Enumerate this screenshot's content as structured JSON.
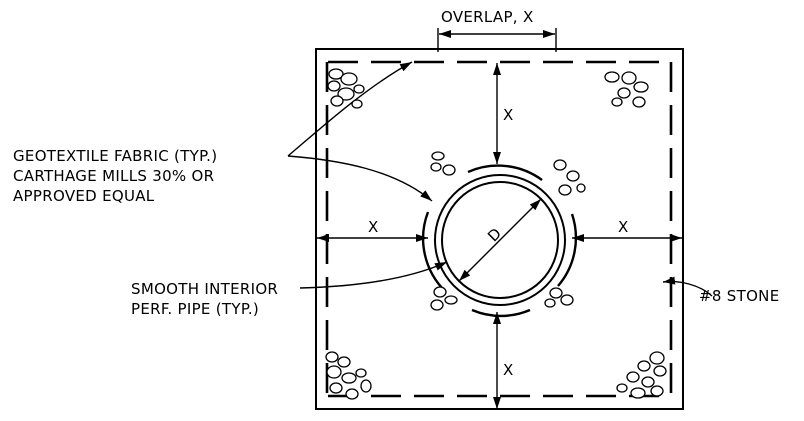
{
  "labels": {
    "overlap": "OVERLAP, X",
    "x_top": "X",
    "x_left": "X",
    "x_right": "X",
    "x_bottom": "X",
    "diameter": "D",
    "geotextile": [
      "GEOTEXTILE FABRIC (TYP.)",
      "CARTHAGE MILLS 30% OR",
      "APPROVED EQUAL"
    ],
    "pipe": [
      "SMOOTH INTERIOR",
      "PERF. PIPE (TYP.)"
    ],
    "stone": "#8 STONE"
  }
}
